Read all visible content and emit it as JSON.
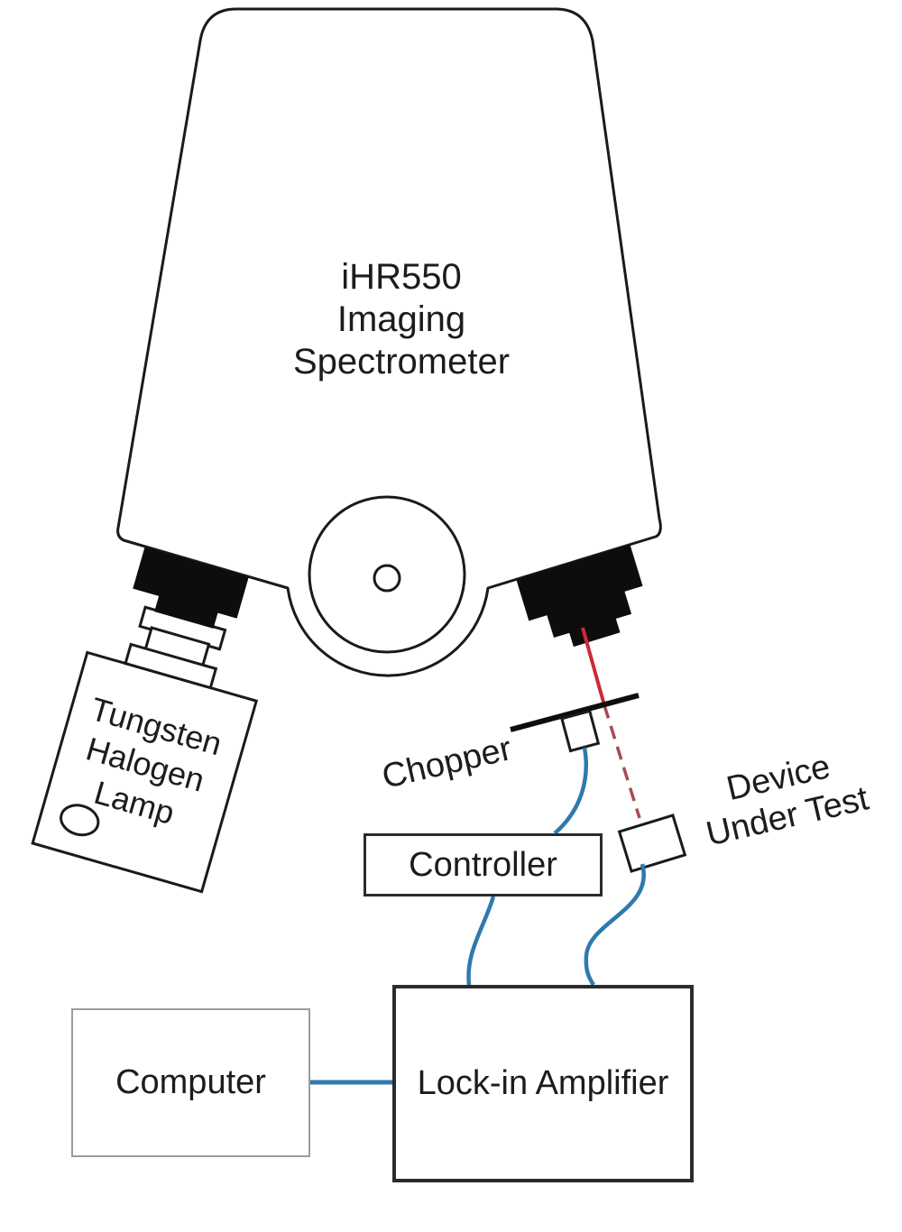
{
  "colors": {
    "outline": "#1a1a1a",
    "cable": "#2e7aad",
    "beam_solid": "#cd2a36",
    "beam_dashed": "#aa4a55"
  },
  "spectrometer": {
    "lines": [
      "iHR550",
      "Imaging",
      "Spectrometer"
    ]
  },
  "lamp": {
    "lines": [
      "Tungsten",
      "Halogen",
      "Lamp"
    ]
  },
  "chopper": {
    "label": "Chopper"
  },
  "device_under_test": {
    "lines": [
      "Device",
      "Under Test"
    ]
  },
  "controller": {
    "label": "Controller"
  },
  "lockin_amplifier": {
    "label": "Lock-in Amplifier"
  },
  "computer": {
    "label": "Computer"
  }
}
